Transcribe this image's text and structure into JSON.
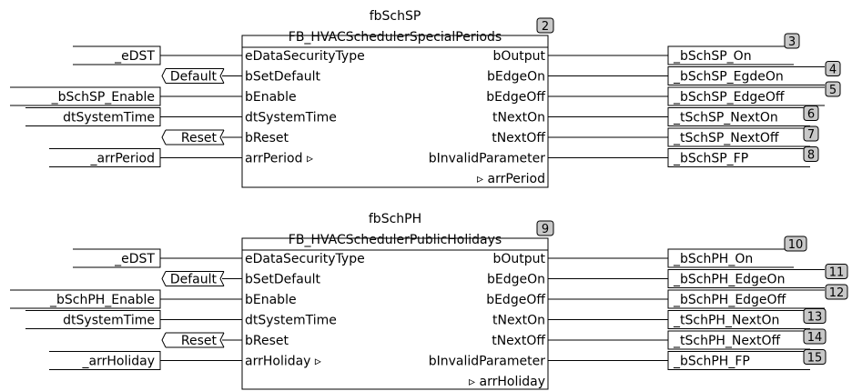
{
  "blocks": [
    {
      "instance": "fbSchSP",
      "type": "FB_HVACSchedulerSpecialPeriods",
      "badge": "2",
      "inputs": [
        "eDataSecurityType",
        "bSetDefault",
        "bEnable",
        "dtSystemTime",
        "bReset",
        "arrPeriod ▹"
      ],
      "outputs": [
        "bOutput",
        "bEdgeOn",
        "bEdgeOff",
        "tNextOn",
        "tNextOff",
        "bInvalidParameter",
        "▹ arrPeriod"
      ],
      "in_vars": [
        {
          "kind": "var",
          "label": "_eDST"
        },
        {
          "kind": "const",
          "label": "Default"
        },
        {
          "kind": "var",
          "label": "_bSchSP_Enable"
        },
        {
          "kind": "var",
          "label": "dtSystemTime"
        },
        {
          "kind": "const",
          "label": "Reset"
        },
        {
          "kind": "var",
          "label": "_arrPeriod"
        }
      ],
      "out_vars": [
        {
          "label": "_bSchSP_On",
          "badge": "3"
        },
        {
          "label": "_bSchSP_EgdeOn",
          "badge": "4"
        },
        {
          "label": "_bSchSP_EdgeOff",
          "badge": "5"
        },
        {
          "label": "_tSchSP_NextOn",
          "badge": "6"
        },
        {
          "label": "_tSchSP_NextOff",
          "badge": "7"
        },
        {
          "label": "_bSchSP_FP",
          "badge": "8"
        }
      ]
    },
    {
      "instance": "fbSchPH",
      "type": "FB_HVACSchedulerPublicHolidays",
      "badge": "9",
      "inputs": [
        "eDataSecurityType",
        "bSetDefault",
        "bEnable",
        "dtSystemTime",
        "bReset",
        "arrHoliday ▹"
      ],
      "outputs": [
        "bOutput",
        "bEdgeOn",
        "bEdgeOff",
        "tNextOn",
        "tNextOff",
        "bInvalidParameter",
        "▹ arrHoliday"
      ],
      "in_vars": [
        {
          "kind": "var",
          "label": "_eDST"
        },
        {
          "kind": "const",
          "label": "Default"
        },
        {
          "kind": "var",
          "label": "_bSchPH_Enable"
        },
        {
          "kind": "var",
          "label": "dtSystemTime"
        },
        {
          "kind": "const",
          "label": "Reset"
        },
        {
          "kind": "var",
          "label": "_arrHoliday"
        }
      ],
      "out_vars": [
        {
          "label": "_bSchPH_On",
          "badge": "10"
        },
        {
          "label": "_bSchPH_EdgeOn",
          "badge": "11"
        },
        {
          "label": "_bSchPH_EdgeOff",
          "badge": "12"
        },
        {
          "label": "_tSchPH_NextOn",
          "badge": "13"
        },
        {
          "label": "_tSchPH_NextOff",
          "badge": "14"
        },
        {
          "label": "_bSchPH_FP",
          "badge": "15"
        }
      ]
    }
  ],
  "colors": {
    "line": "#000000",
    "badge_fill": "#c8c8c8",
    "background": "#ffffff"
  }
}
